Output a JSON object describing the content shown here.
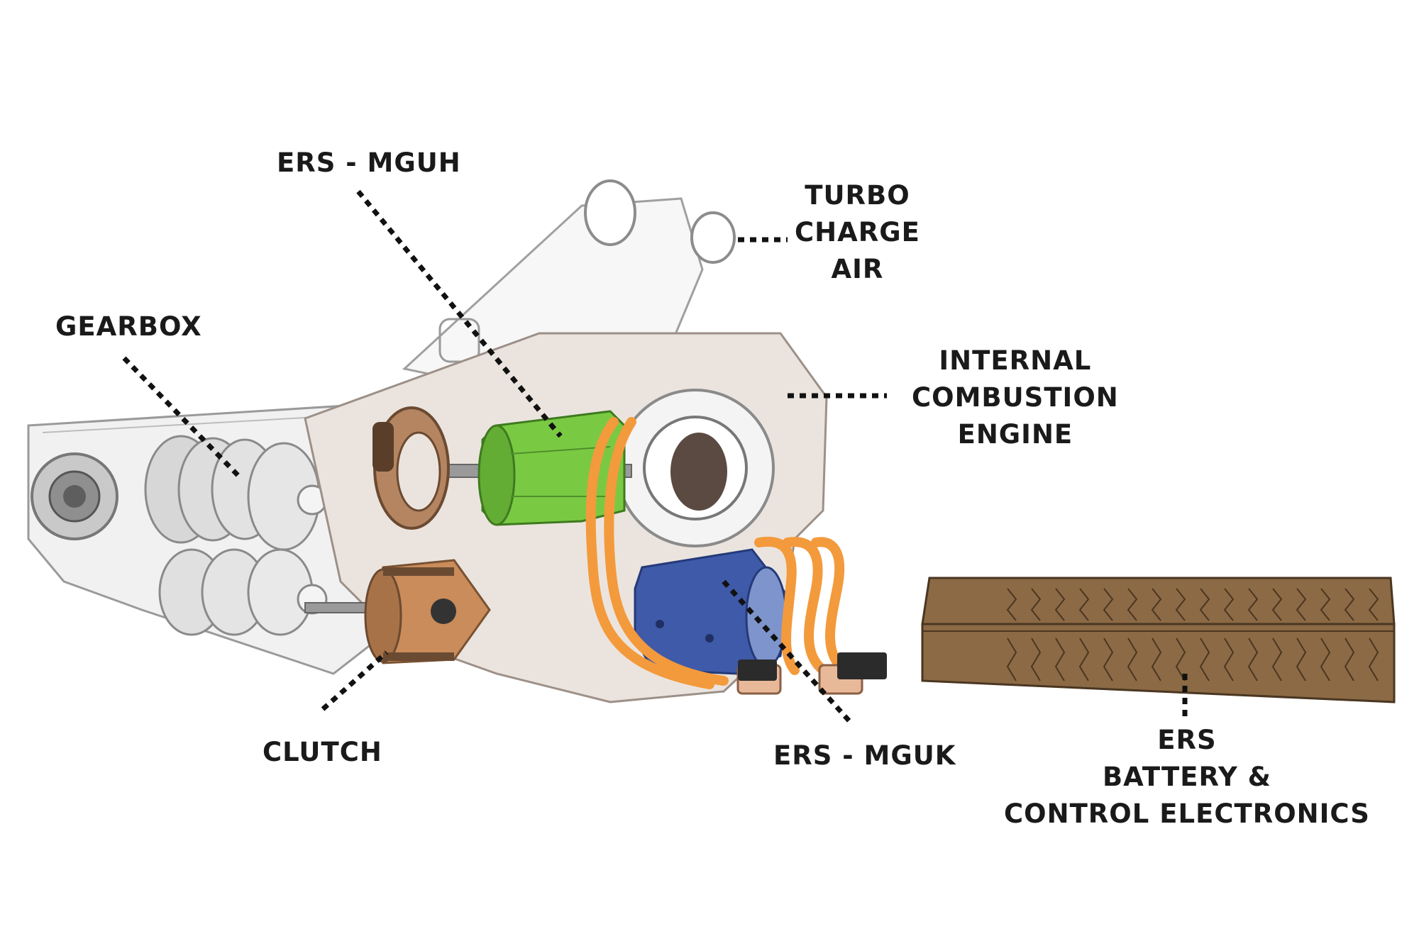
{
  "labels": {
    "mguh": "ERS - MGUH",
    "turbo": [
      "TURBO",
      "CHARGE",
      "AIR"
    ],
    "gearbox": "GEARBOX",
    "ice": [
      "INTERNAL",
      "COMBUSTION",
      "ENGINE"
    ],
    "clutch": "CLUTCH",
    "mguk": "ERS - MGUK",
    "battery": [
      "ERS",
      "BATTERY &",
      "CONTROL ELECTRONICS"
    ]
  },
  "colors": {
    "mguh": "#7ac943",
    "mguk": "#3f5aa8",
    "cables": "#f39a3c",
    "clutch": "#c98c5a",
    "battery": "#8c6a45",
    "casing": "#e4dcd6"
  }
}
